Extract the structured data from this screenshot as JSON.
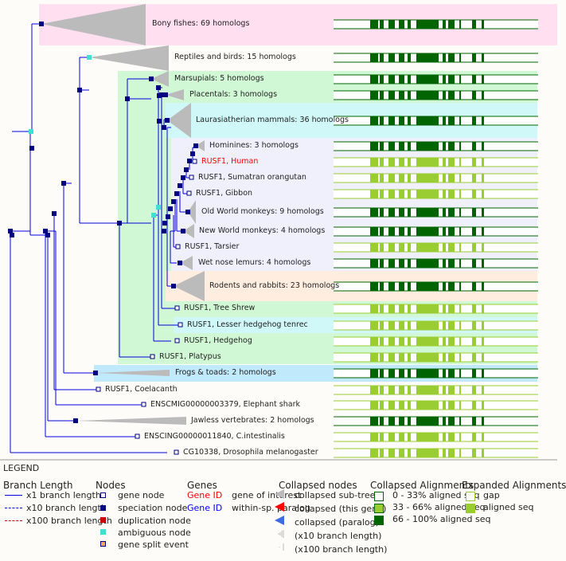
{
  "colors": {
    "branch": "#0000dd",
    "speciation_node": "#000080",
    "ambiguous_node": "#40e0d0",
    "duplication_node": "#cc0000",
    "collapsed_triangle": "#bbbbbb",
    "gene_of_interest": "#ff0000",
    "within_species_paralog": "#0000ff",
    "aligned_dark": "#006400",
    "aligned_light": "#9acd32",
    "band_pink": "#ffdff0",
    "band_green": "#d0f8d4",
    "band_cyan": "#d0f8f8",
    "band_lavender": "#f0f0fc",
    "band_peach": "#ffeee0",
    "band_blue": "#c0eafc"
  },
  "rows": [
    {
      "id": "bony-fishes",
      "label": "Bony fishes: 69 homologs",
      "type": "collapsed",
      "align": "dark"
    },
    {
      "id": "reptiles-birds",
      "label": "Reptiles and birds: 15 homologs",
      "type": "collapsed",
      "align": "dark"
    },
    {
      "id": "marsupials",
      "label": "Marsupials: 5 homologs",
      "type": "collapsed",
      "align": "dark"
    },
    {
      "id": "placentals",
      "label": "Placentals: 3 homologs",
      "type": "collapsed",
      "align": "dark"
    },
    {
      "id": "laurasiatherian",
      "label": "Laurasiatherian mammals: 36 homologs",
      "type": "collapsed",
      "align": "dark"
    },
    {
      "id": "hominines",
      "label": "Hominines: 3 homologs",
      "type": "collapsed",
      "align": "dark"
    },
    {
      "id": "human",
      "label": "RUSF1, Human",
      "type": "gene",
      "highlight": true,
      "align": "light"
    },
    {
      "id": "orangutan",
      "label": "RUSF1, Sumatran orangutan",
      "type": "gene",
      "align": "light"
    },
    {
      "id": "gibbon",
      "label": "RUSF1, Gibbon",
      "type": "gene",
      "align": "light"
    },
    {
      "id": "old-world-monkeys",
      "label": "Old World monkeys: 9 homologs",
      "type": "collapsed",
      "align": "dark"
    },
    {
      "id": "new-world-monkeys",
      "label": "New World monkeys: 4 homologs",
      "type": "collapsed",
      "align": "dark"
    },
    {
      "id": "tarsier",
      "label": "RUSF1, Tarsier",
      "type": "gene",
      "align": "light"
    },
    {
      "id": "wet-nose-lemurs",
      "label": "Wet nose lemurs: 4 homologs",
      "type": "collapsed",
      "align": "dark"
    },
    {
      "id": "rodents-rabbits",
      "label": "Rodents and rabbits: 23 homologs",
      "type": "collapsed",
      "align": "dark"
    },
    {
      "id": "tree-shrew",
      "label": "RUSF1, Tree Shrew",
      "type": "gene",
      "align": "light"
    },
    {
      "id": "tenrec",
      "label": "RUSF1, Lesser hedgehog tenrec",
      "type": "gene",
      "align": "light"
    },
    {
      "id": "hedgehog",
      "label": "RUSF1, Hedgehog",
      "type": "gene",
      "align": "light"
    },
    {
      "id": "platypus",
      "label": "RUSF1, Platypus",
      "type": "gene",
      "align": "light"
    },
    {
      "id": "frogs-toads",
      "label": "Frogs & toads: 2 homologs",
      "type": "collapsed",
      "align": "dark"
    },
    {
      "id": "coelacanth",
      "label": "RUSF1, Coelacanth",
      "type": "gene",
      "align": "light"
    },
    {
      "id": "elephant-shark",
      "label": "ENSCMIG00000003379, Elephant shark",
      "type": "gene",
      "align": "light"
    },
    {
      "id": "jawless-vertebrates",
      "label": "Jawless vertebrates: 2 homologs",
      "type": "collapsed",
      "align": "dark"
    },
    {
      "id": "c-intestinalis",
      "label": "ENSCING00000011840, C.intestinalis",
      "type": "gene",
      "align": "light"
    },
    {
      "id": "drosophila",
      "label": "CG10338, Drosophila melanogaster",
      "type": "gene",
      "align": "light"
    }
  ],
  "legend": {
    "title": "LEGEND",
    "branch_length": {
      "heading": "Branch Length",
      "items": [
        "x1 branch length",
        "x10 branch length",
        "x100 branch length"
      ]
    },
    "nodes": {
      "heading": "Nodes",
      "items": [
        "gene node",
        "speciation node",
        "duplication node",
        "ambiguous node",
        "gene split event"
      ]
    },
    "genes": {
      "heading": "Genes",
      "items": [
        {
          "id_label": "Gene ID",
          "desc": "gene of interest"
        },
        {
          "id_label": "Gene ID",
          "desc": "within-sp. paralog"
        }
      ]
    },
    "collapsed_nodes": {
      "heading": "Collapsed nodes",
      "items": [
        "collapsed sub-tree",
        "collapsed (this gene)",
        "collapsed (paralog)",
        "(x10 branch length)",
        "(x100 branch length)"
      ]
    },
    "collapsed_alignments": {
      "heading": "Collapsed Alignments",
      "items": [
        "0 - 33% aligned seq",
        "33 - 66% aligned seq",
        "66 - 100% aligned seq"
      ]
    },
    "expanded_alignments": {
      "heading": "Expanded Alignments",
      "items": [
        "gap",
        "aligned seq"
      ]
    }
  }
}
